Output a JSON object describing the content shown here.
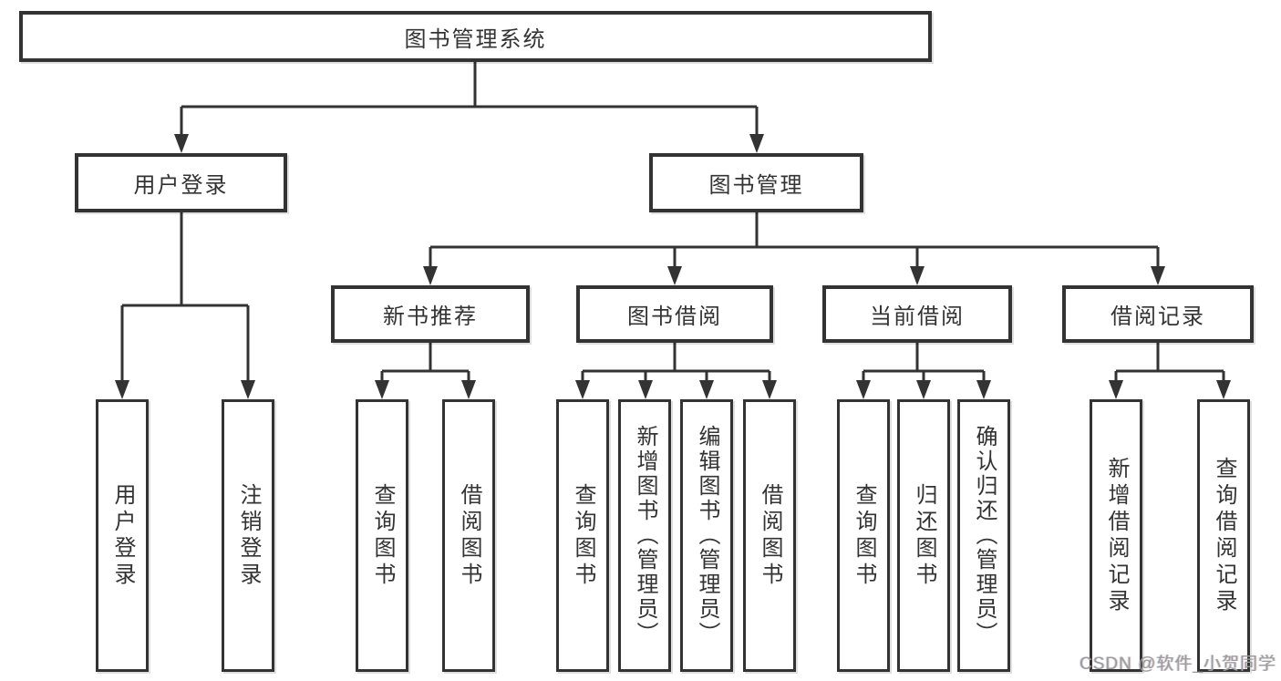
{
  "tree": {
    "label": "图书管理系统",
    "children": [
      {
        "label": "用户登录",
        "children": [
          {
            "label": "用户登录"
          },
          {
            "label": "注销登录"
          }
        ]
      },
      {
        "label": "图书管理",
        "children": [
          {
            "label": "新书推荐",
            "children": [
              {
                "label": "查询图书"
              },
              {
                "label": "借阅图书"
              }
            ]
          },
          {
            "label": "图书借阅",
            "children": [
              {
                "label": "查询图书"
              },
              {
                "label": "新增图书（管理员）"
              },
              {
                "label": "编辑图书（管理员）"
              },
              {
                "label": "借阅图书"
              }
            ]
          },
          {
            "label": "当前借阅",
            "children": [
              {
                "label": "查询图书"
              },
              {
                "label": "归还图书"
              },
              {
                "label": "确认归还（管理员）"
              }
            ]
          },
          {
            "label": "借阅记录",
            "children": [
              {
                "label": "新增借阅记录"
              },
              {
                "label": "查询借阅记录"
              }
            ]
          }
        ]
      }
    ]
  },
  "watermark": "CSDN @软件_小贺同学",
  "colors": {
    "line": "#333333",
    "box_border": "#333333",
    "text": "#333333",
    "watermark": "#9c9c9c",
    "background": "#ffffff"
  }
}
